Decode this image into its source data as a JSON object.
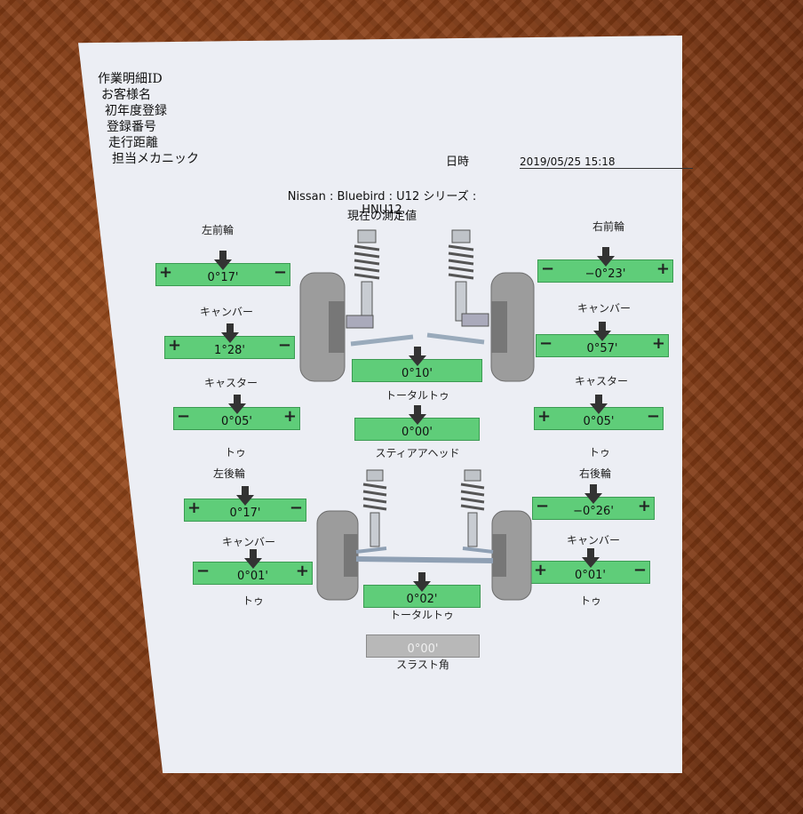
{
  "header": {
    "fields": [
      "作業明細ID",
      "お客様名",
      "初年度登録",
      "登録番号",
      "走行距離",
      "担当メカニック"
    ],
    "date_label": "日時",
    "date_value": "2019/05/25 15:18"
  },
  "vehicle": "Nissan : Bluebird : U12 シリーズ : HNU12",
  "section_title": "現在の測定値",
  "front_left": {
    "title": "左前輪",
    "camber": {
      "value": "0°17'",
      "label": "キャンバー",
      "left_sign": "+",
      "right_sign": "−"
    },
    "caster": {
      "value": "1°28'",
      "label": "キャスター",
      "left_sign": "+",
      "right_sign": "−"
    },
    "toe": {
      "value": "0°05'",
      "label": "トゥ",
      "left_sign": "−",
      "right_sign": "+"
    }
  },
  "front_right": {
    "title": "右前輪",
    "camber": {
      "value": "−0°23'",
      "label": "キャンバー",
      "left_sign": "−",
      "right_sign": "+"
    },
    "caster": {
      "value": "0°57'",
      "label": "キャスター",
      "left_sign": "−",
      "right_sign": "+"
    },
    "toe": {
      "value": "0°05'",
      "label": "トゥ",
      "left_sign": "+",
      "right_sign": "−"
    }
  },
  "front_center": {
    "total_toe": {
      "value": "0°10'",
      "label": "トータルトゥ"
    },
    "steering_ahead": {
      "value": "0°00'",
      "label": "スティアアヘッド"
    }
  },
  "rear_left": {
    "title": "左後輪",
    "camber": {
      "value": "0°17'",
      "label": "キャンバー",
      "left_sign": "+",
      "right_sign": "−"
    },
    "toe": {
      "value": "0°01'",
      "label": "トゥ",
      "left_sign": "−",
      "right_sign": "+"
    }
  },
  "rear_right": {
    "title": "右後輪",
    "camber": {
      "value": "−0°26'",
      "label": "キャンバー",
      "left_sign": "−",
      "right_sign": "+"
    },
    "toe": {
      "value": "0°01'",
      "label": "トゥ",
      "left_sign": "+",
      "right_sign": "−"
    }
  },
  "rear_center": {
    "total_toe": {
      "value": "0°02'",
      "label": "トータルトゥ"
    },
    "thrust": {
      "value": "0°00'",
      "label": "スラスト角"
    }
  },
  "colors": {
    "in_spec": "#5fcd79",
    "neutral": "#b8b8b8",
    "paper": "#eceef4",
    "wood": "#8a3f16"
  }
}
